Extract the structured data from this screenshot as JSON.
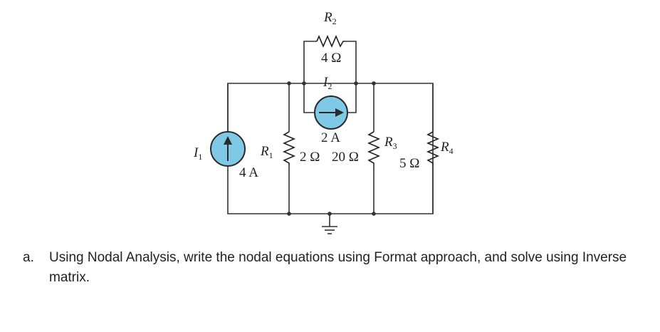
{
  "circuit": {
    "sources": {
      "I1": {
        "symbol": "I",
        "sub": "1",
        "value": "4 A"
      },
      "I2": {
        "symbol": "I",
        "sub": "2",
        "value": "2 A"
      }
    },
    "resistors": {
      "R1": {
        "symbol": "R",
        "sub": "1",
        "value": "2 Ω"
      },
      "R2": {
        "symbol": "R",
        "sub": "2",
        "value": "4 Ω"
      },
      "R3": {
        "symbol": "R",
        "sub": "3",
        "value": "5 Ω"
      },
      "R4": {
        "symbol": "R",
        "sub": "4",
        "value": "20 Ω"
      }
    }
  },
  "question": {
    "marker": "a.",
    "text": "Using Nodal Analysis, write the nodal equations using Format approach, and solve using Inverse matrix."
  }
}
